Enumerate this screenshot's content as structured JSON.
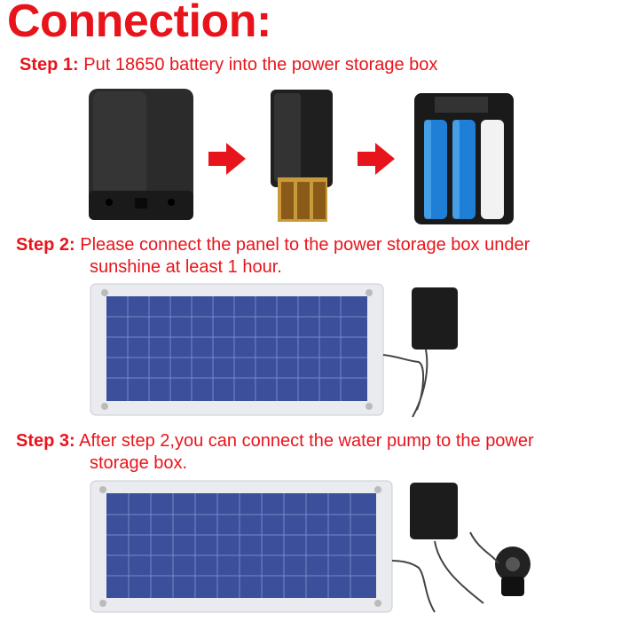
{
  "title": "Connection:",
  "steps": [
    {
      "label": "Step 1:",
      "text": "Put 18650 battery into the power storage box"
    },
    {
      "label": "Step 2:",
      "text_line1": "Please connect the panel to the power storage box under",
      "text_line2": "sunshine at least 1 hour."
    },
    {
      "label": "Step 3:",
      "text_line1": "After step 2,you can connect the water pump to the power",
      "text_line2": "storage box."
    }
  ],
  "colors": {
    "accent": "#e8141b",
    "panel_cell": "#3b4f9a",
    "box": "#1c1c1c",
    "battery_blue": "#1f7fd6",
    "battery_gold": "#c89a3a"
  }
}
